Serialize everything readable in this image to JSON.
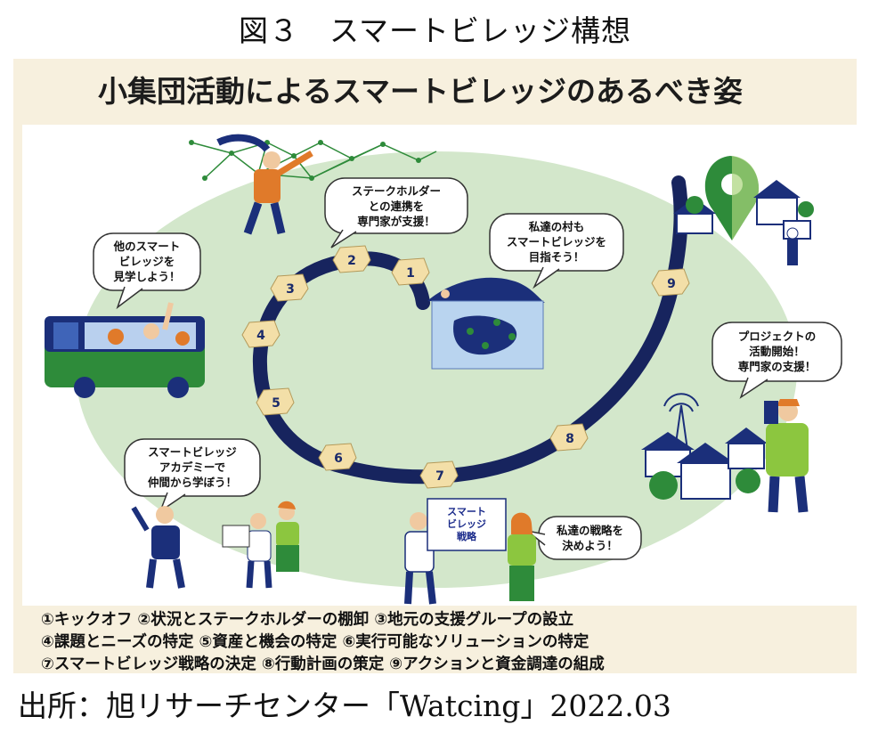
{
  "figure": {
    "title": "図３　スマートビレッジ構想",
    "subtitle": "小集団活動によるスマートビレッジのあるべき姿"
  },
  "bubbles": {
    "stakeholder": [
      "ステークホルダー",
      "との連携を",
      "専門家が支援！"
    ],
    "visit": [
      "他のスマート",
      "ビレッジを",
      "見学しよう！"
    ],
    "village": [
      "私達の村も",
      "スマートビレッジを",
      "目指そう！"
    ],
    "project": [
      "プロジェクトの",
      "活動開始！",
      "専門家の支援！"
    ],
    "academy": [
      "スマートビレッジ",
      "アカデミーで",
      "仲間から学ぼう！"
    ],
    "strategy": [
      "私達の戦略を",
      "決めよう！"
    ]
  },
  "sign": [
    "スマート",
    "ビレッジ",
    "戦略"
  ],
  "steps": [
    "1",
    "2",
    "3",
    "4",
    "5",
    "6",
    "7",
    "8",
    "9"
  ],
  "legend": [
    "①キックオフ ②状況とステークホルダーの棚卸 ③地元の支援グループの設立",
    "④課題とニーズの特定 ⑤資産と機会の特定 ⑥実行可能なソリューションの特定",
    "⑦スマートビレッジ戦略の決定 ⑧行動計画の策定 ⑨アクションと資金調達の組成"
  ],
  "source": "出所：旭リサーチセンター「Watcing」2022.03",
  "colors": {
    "panel": "#f7f0de",
    "circle": "#cfe5c8",
    "path": "#17245e",
    "marker": "#f3dfa8",
    "green": "#2e8b3a",
    "navy": "#1b2f7a"
  }
}
